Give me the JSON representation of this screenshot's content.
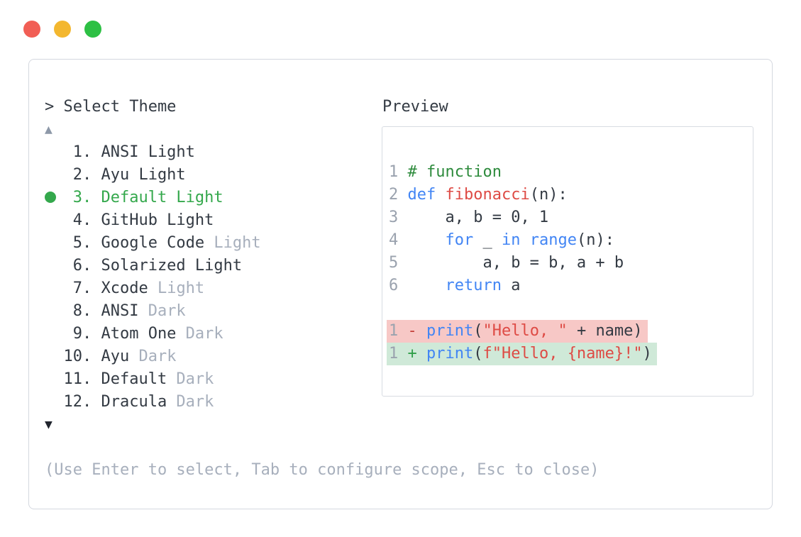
{
  "window": {
    "controls": [
      {
        "name": "close",
        "color": "#f15e55"
      },
      {
        "name": "minimize",
        "color": "#f3b72f"
      },
      {
        "name": "maximize",
        "color": "#2dc044"
      }
    ]
  },
  "theme_selector": {
    "prompt": "> Select Theme",
    "scroll_up_icon": "▲",
    "scroll_down_icon": "▼",
    "items": [
      {
        "number": "1",
        "name": "ANSI Light",
        "suffix": "",
        "selected": false
      },
      {
        "number": "2",
        "name": "Ayu Light",
        "suffix": "",
        "selected": false
      },
      {
        "number": "3",
        "name": "Default Light",
        "suffix": "",
        "selected": true
      },
      {
        "number": "4",
        "name": "GitHub Light",
        "suffix": "",
        "selected": false
      },
      {
        "number": "5",
        "name": "Google Code",
        "suffix": "Light",
        "selected": false
      },
      {
        "number": "6",
        "name": "Solarized Light",
        "suffix": "",
        "selected": false
      },
      {
        "number": "7",
        "name": "Xcode",
        "suffix": "Light",
        "selected": false
      },
      {
        "number": "8",
        "name": "ANSI",
        "suffix": "Dark",
        "selected": false
      },
      {
        "number": "9",
        "name": "Atom One",
        "suffix": "Dark",
        "selected": false
      },
      {
        "number": "10",
        "name": "Ayu",
        "suffix": "Dark",
        "selected": false
      },
      {
        "number": "11",
        "name": "Default",
        "suffix": "Dark",
        "selected": false
      },
      {
        "number": "12",
        "name": "Dracula",
        "suffix": "Dark",
        "selected": false
      }
    ],
    "hint": "(Use Enter to select, Tab to configure scope, Esc to close)"
  },
  "preview": {
    "label": "Preview",
    "code_lines": [
      {
        "num": "1",
        "tokens": [
          {
            "t": "# function",
            "c": "comment"
          }
        ]
      },
      {
        "num": "2",
        "tokens": [
          {
            "t": "def",
            "c": "kw"
          },
          {
            "t": " ",
            "c": "plain"
          },
          {
            "t": "fibonacci",
            "c": "fn"
          },
          {
            "t": "(n):",
            "c": "plain"
          }
        ]
      },
      {
        "num": "3",
        "tokens": [
          {
            "t": "    a, b = 0, 1",
            "c": "plain"
          }
        ]
      },
      {
        "num": "4",
        "tokens": [
          {
            "t": "    ",
            "c": "plain"
          },
          {
            "t": "for",
            "c": "kw"
          },
          {
            "t": " _ ",
            "c": "plain"
          },
          {
            "t": "in",
            "c": "kw"
          },
          {
            "t": " ",
            "c": "plain"
          },
          {
            "t": "range",
            "c": "kw"
          },
          {
            "t": "(n):",
            "c": "plain"
          }
        ]
      },
      {
        "num": "5",
        "tokens": [
          {
            "t": "        a, b = b, a + b",
            "c": "plain"
          }
        ]
      },
      {
        "num": "6",
        "tokens": [
          {
            "t": "    ",
            "c": "plain"
          },
          {
            "t": "return",
            "c": "kw"
          },
          {
            "t": " a",
            "c": "plain"
          }
        ]
      }
    ],
    "diff_lines": [
      {
        "num": "1",
        "sign": "-",
        "kind": "removed",
        "tokens": [
          {
            "t": "print",
            "c": "kw"
          },
          {
            "t": "(",
            "c": "plain"
          },
          {
            "t": "\"Hello, \"",
            "c": "str"
          },
          {
            "t": " + name)",
            "c": "plain"
          }
        ]
      },
      {
        "num": "1",
        "sign": "+",
        "kind": "added",
        "tokens": [
          {
            "t": "print",
            "c": "kw"
          },
          {
            "t": "(",
            "c": "plain"
          },
          {
            "t": "f\"Hello, {name}!\"",
            "c": "str"
          },
          {
            "t": ")",
            "c": "plain"
          }
        ]
      }
    ]
  },
  "colors": {
    "text_dark": "#333a43",
    "text_gray": "#a7afbc",
    "selected_green": "#34a84c",
    "comment_green": "#2e8b3d",
    "keyword_blue": "#4285f4",
    "token_red": "#de4b45",
    "removed_bg": "#f7c8c6",
    "added_bg": "#cfe9d8",
    "panel_border": "#d4d8df"
  }
}
